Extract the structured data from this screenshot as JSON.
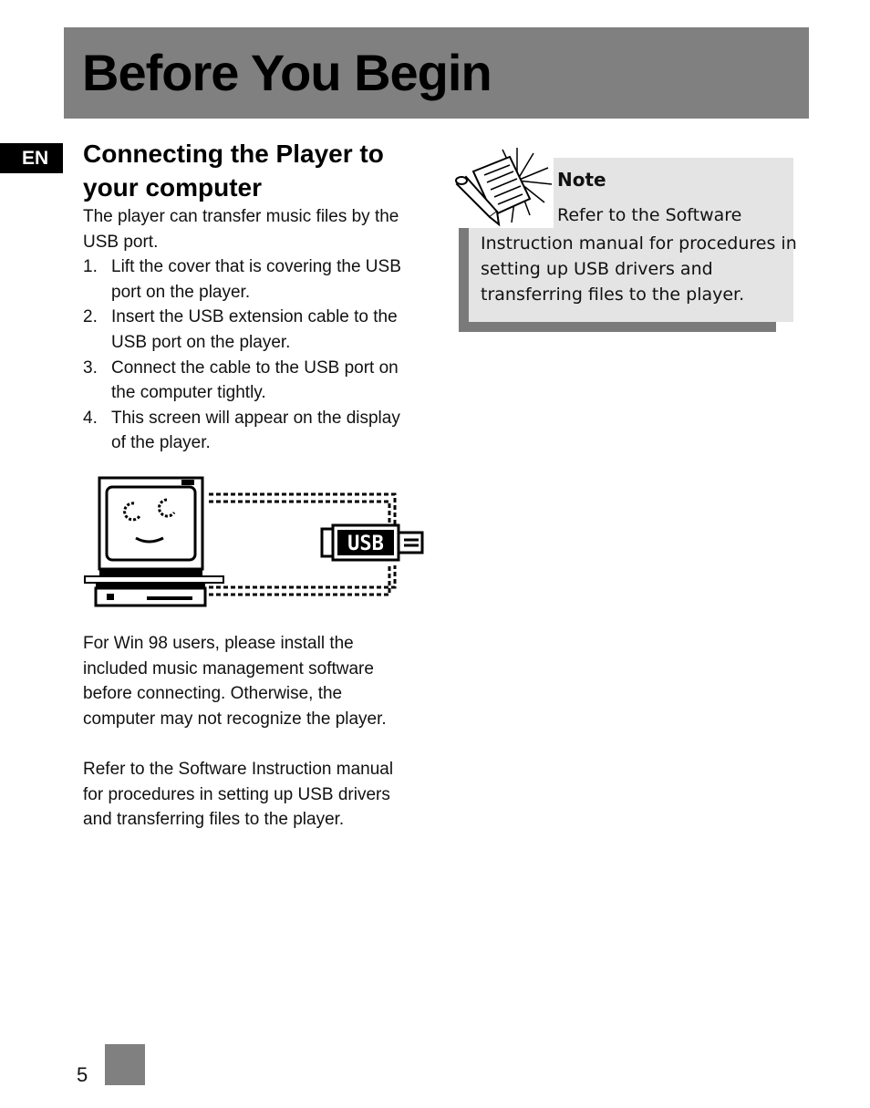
{
  "header": {
    "title": "Before You Begin"
  },
  "language_tab": "EN",
  "section": {
    "heading_line1": "Connecting the Player to",
    "heading_line2": "your computer",
    "intro_line1": "The player can transfer music files by the",
    "intro_line2": "USB port.",
    "steps": [
      {
        "num": "1.",
        "line1": "Lift the cover that is covering the USB",
        "line2": "port on the player."
      },
      {
        "num": "2.",
        "line1": "Insert the USB extension cable to the",
        "line2": "USB port on the player."
      },
      {
        "num": "3.",
        "line1": "Connect the cable to the USB port on",
        "line2": "the computer tightly."
      },
      {
        "num": "4.",
        "line1": "This screen will appear on the display",
        "line2": "of the player."
      }
    ]
  },
  "illustration": {
    "usb_text": "USB"
  },
  "para_win98": [
    "For Win 98 users, please install the",
    "included music management software",
    "before connecting. Otherwise, the",
    "computer may not recognize the player."
  ],
  "para_refer": [
    "Refer to the Software Instruction manual",
    "for procedures in setting up USB drivers",
    "and transferring files to the player."
  ],
  "note": {
    "label": "Note",
    "first_line": "Refer to the Software",
    "lines": [
      "Instruction manual for procedures in",
      "setting up USB drivers and",
      "transferring files  to the player."
    ]
  },
  "footer": {
    "page_number": "5"
  }
}
